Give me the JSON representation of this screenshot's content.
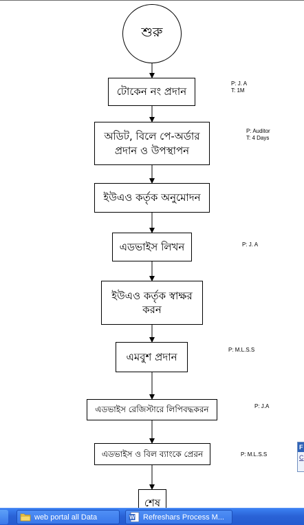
{
  "flowchart": {
    "start_label": "শুরু",
    "steps": [
      {
        "label": "টোকেন নং প্রদান",
        "note": "P: J. A\nT: 1M"
      },
      {
        "label": "অডিট, বিলে পে-অর্ডার\nপ্রদান ও উপস্থাপন",
        "note": "P: Auditor\nT: 4 Days"
      },
      {
        "label": "ইউএও কর্তৃক অনুমোদন",
        "note": ""
      },
      {
        "label": "এডভাইস লিখন",
        "note": "P: J. A"
      },
      {
        "label": "ইউএও কর্তৃক স্বাক্ষর\nকরন",
        "note": ""
      },
      {
        "label": "এমবুশ প্রদান",
        "note": "P: M.L.S.S"
      },
      {
        "label": "এডভাইস রেজিস্টারে লিপিবদ্ধকরন",
        "note": "P: J.A"
      },
      {
        "label": "এডভাইস ও বিল ব্যাংকে প্রেরন",
        "note": "P: M.L.S.S"
      }
    ],
    "end_label": "শেষ"
  },
  "side_panel": {
    "header_initial": "F",
    "link_initial": "C"
  },
  "taskbar": {
    "items": [
      {
        "label": "web portal all Data",
        "icon": "folder-icon"
      },
      {
        "label": "Refreshars Process M...",
        "icon": "word-document-icon"
      }
    ]
  },
  "colors": {
    "taskbar_blue": "#2a63d6",
    "folder_yellow": "#f3c84b",
    "word_blue": "#2b5fbf"
  }
}
